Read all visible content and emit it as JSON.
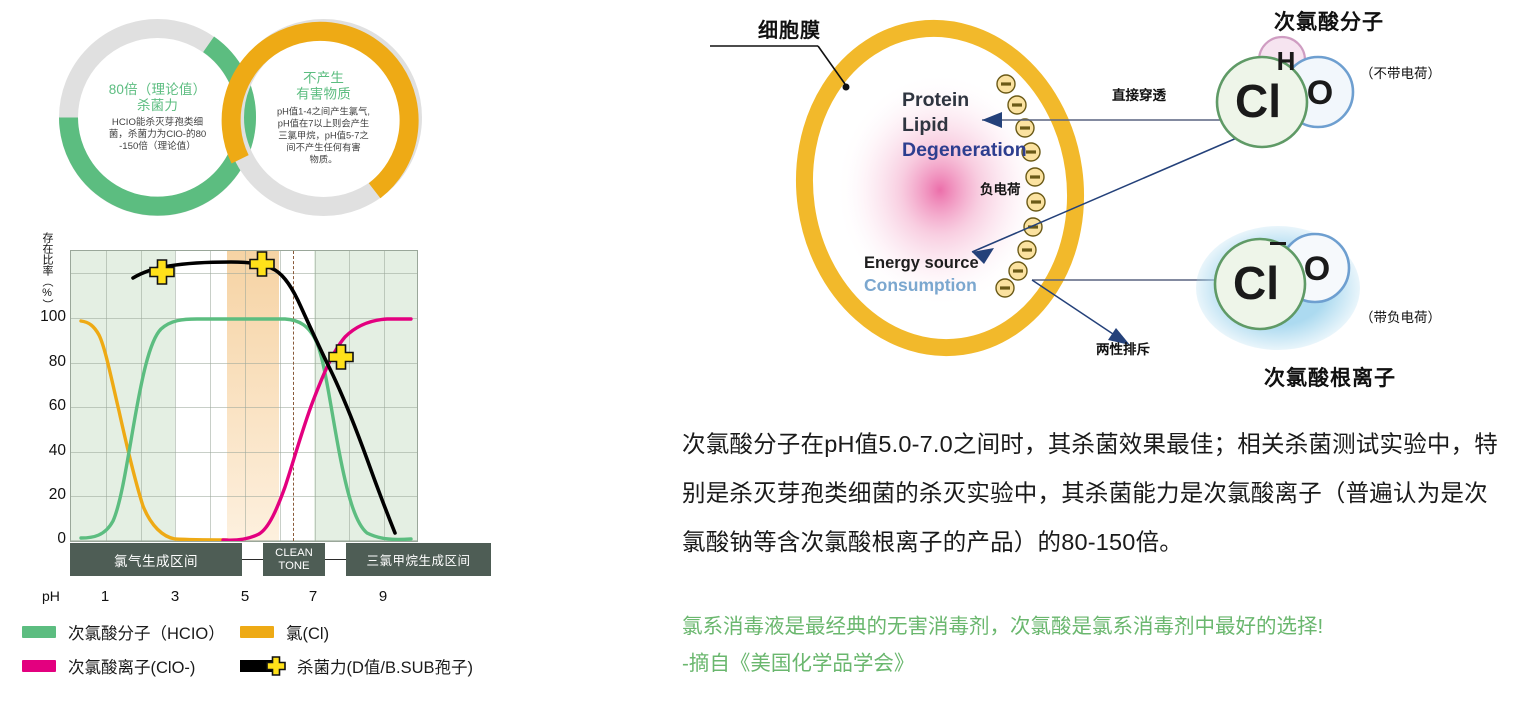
{
  "left": {
    "donuts": [
      {
        "name": "sterilization-power",
        "headline": "80倍（理论值）\n杀菌力",
        "headline_line1": "80倍（理论值）",
        "headline_line2": "杀菌力",
        "body": "HCIO能杀灭芽孢类细菌，杀菌力为ClO-的80-150倍（理论值）",
        "body_lines": [
          "HCIO能杀灭芽孢类细",
          "菌，杀菌力为ClO-的80",
          "-150倍（理论值）"
        ],
        "ring_color": "#5cbd80",
        "track_color": "#e0e0e0"
      },
      {
        "name": "no-harmful-substance",
        "headline_line1": "不产生",
        "headline_line2": "有害物质",
        "body": "pH值1-4之间产生氯气，pH值在7以上则会产生三氯甲烷，pH值5-7之间不产生任何有害物质。",
        "body_lines": [
          "pH值1-4之间产生氯气,",
          "pH值在7以上则会产生",
          "三氯甲烷，pH值5-7之",
          "间不产生任何有害",
          "物质。"
        ],
        "ring_color": "#eeaa15",
        "track_color": "#e0e0e0"
      }
    ]
  },
  "chart_data": {
    "type": "line",
    "title": "",
    "xlabel": "pH",
    "ylabel": "存在比率（%）",
    "xlim": [
      0,
      10
    ],
    "ylim": [
      0,
      130
    ],
    "xticks": [
      1,
      3,
      5,
      7,
      9
    ],
    "xtick_labels": [
      "1",
      "3",
      "5",
      "7",
      "9"
    ],
    "yticks": [
      0,
      20,
      40,
      60,
      80,
      100
    ],
    "ytick_labels": [
      "0",
      "20",
      "40",
      "60",
      "80",
      "100"
    ],
    "grid": true,
    "legend_position": "below",
    "series": [
      {
        "name": "次氯酸分子（HCIO）",
        "color": "#5cbd80",
        "x": [
          0.3,
          0.8,
          1.2,
          1.5,
          1.8,
          2.0,
          2.3,
          2.6,
          3.0,
          4.0,
          5.0,
          6.0,
          6.6,
          7.0,
          7.4,
          7.8,
          8.2,
          8.6,
          9.0,
          9.6
        ],
        "y": [
          1,
          1,
          2,
          6,
          22,
          45,
          72,
          88,
          96,
          98,
          98,
          98,
          96,
          88,
          70,
          45,
          22,
          9,
          3,
          1
        ]
      },
      {
        "name": "次氯酸离子(ClO-)",
        "color": "#e3007f",
        "x": [
          4.4,
          4.8,
          5.2,
          5.6,
          6.0,
          6.4,
          6.8,
          7.0,
          7.3,
          7.6,
          8.0,
          8.4,
          8.8,
          9.2,
          9.6
        ],
        "y": [
          0,
          0,
          1,
          2,
          4,
          8,
          17,
          25,
          42,
          58,
          74,
          86,
          93,
          97,
          98
        ]
      },
      {
        "name": "氯(Cl)",
        "color": "#eeaa15",
        "x": [
          0.3,
          0.6,
          0.9,
          1.2,
          1.5,
          1.8,
          2.1,
          2.4,
          2.7,
          3.0,
          3.4,
          3.8,
          4.2
        ],
        "y": [
          98,
          96,
          90,
          78,
          58,
          38,
          20,
          10,
          5,
          2,
          1,
          0,
          0
        ]
      },
      {
        "name": "杀菌力(D值/B.SUB孢子)",
        "color": "#000000",
        "x": [
          1.8,
          2.4,
          3.0,
          4.0,
          5.0,
          5.6,
          6.2,
          6.8,
          7.4,
          8.0,
          8.6,
          9.2,
          9.5
        ],
        "y": [
          118,
          120.5,
          122,
          124,
          125,
          125,
          124,
          119,
          110,
          97,
          78,
          45,
          12
        ],
        "markers": [
          {
            "x": 2.4,
            "y": 120.5
          },
          {
            "x": 5.5,
            "y": 125
          },
          {
            "x": 7.9,
            "y": 88
          }
        ]
      }
    ],
    "bands": [
      {
        "label": "氯气生成区间",
        "x_start": 0.0,
        "x_end": 3.0,
        "shading": "green"
      },
      {
        "label": "CLEAN TONE",
        "x_start": 4.5,
        "x_end": 6.0,
        "shading": "orange"
      },
      {
        "label": "三氯甲烷生成区间",
        "x_start": 6.5,
        "x_end": 10.0,
        "shading": "green"
      }
    ],
    "dashed_vertical_line_x": 6.4,
    "legend": [
      {
        "label": "次氯酸分子（HCIO）",
        "color": "#5cbd80",
        "marker": "bar"
      },
      {
        "label": "氯(Cl)",
        "color": "#eeaa15",
        "marker": "bar"
      },
      {
        "label": "次氯酸离子(ClO-)",
        "color": "#e3007f",
        "marker": "bar"
      },
      {
        "label": "杀菌力(D值/B.SUB孢子)",
        "color": "#000000",
        "marker": "bar-plus"
      }
    ],
    "axis_bar_labels": [
      "氯气生成区间",
      "CLEAN",
      "TONE",
      "三氯甲烷生成区间"
    ],
    "clean_tone_line1": "CLEAN",
    "clean_tone_line2": "TONE",
    "ph_prefix": "pH"
  },
  "diagram": {
    "membrane_label": "细胞膜",
    "protein_line1": "Protein",
    "protein_line2": "Lipid",
    "protein_line3": "Degeneration",
    "energy_line1": "Energy source",
    "energy_line2": "Consumption",
    "negative_charge_label": "负电荷",
    "direct_penetration_label": "直接穿透",
    "amphoteric_repulsion_label": "两性排斥",
    "hclo_title": "次氯酸分子",
    "hclo_charge_note": "（不带电荷）",
    "clo_title": "次氯酸根离子",
    "clo_charge_note": "（带负电荷）",
    "atom_cl": "Cl",
    "atom_o": "O",
    "atom_h": "H",
    "minus_sign": "–",
    "membrane_color": "#f2b92b",
    "accent_blue": "#2d3e8f"
  },
  "body_text": {
    "paragraph": "次氯酸分子在pH值5.0-7.0之间时，其杀菌效果最佳；相关杀菌测试实验中，特别是杀灭芽孢类细菌的杀灭实验中，其杀菌能力是次氯酸离子（普遍认为是次氯酸钠等含次氯酸根离子的产品）的80-150倍。",
    "green_note_line1": "氯系消毒液是最经典的无害消毒剂，次氯酸是氯系消毒剂中最好的选择!",
    "green_note_line2": "-摘自《美国化学品学会》",
    "green_color": "#6ab76e"
  }
}
